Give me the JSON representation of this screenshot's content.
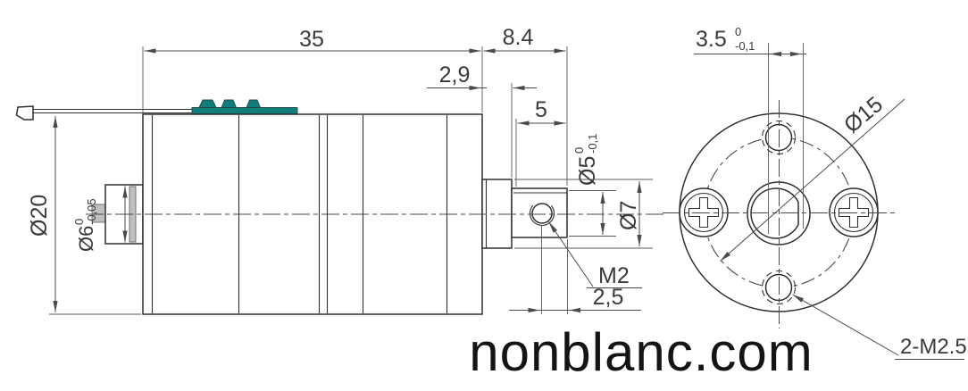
{
  "watermark": {
    "text": "nonblanc.com"
  },
  "colors": {
    "teal": "#0f7e7a",
    "outline": "#2f2f2f",
    "dimension": "#4a4a4a",
    "gray_fill": "#c0c0c0",
    "watermark_text": "#141414"
  },
  "side_view": {
    "dims": {
      "body_length": "35",
      "front_length": "8.4",
      "flange_thickness": "2,9",
      "shaft_length": "5",
      "body_diameter": "Ø20",
      "rear_boss_diameter": {
        "value": "Ø6",
        "tol_upper": "0",
        "tol_lower": "-0,05"
      },
      "shaft_diameter": {
        "value": "Ø5",
        "tol_upper": "0",
        "tol_lower": "-0,1"
      },
      "flange_diameter": "Ø7",
      "shaft_thread": "M2",
      "thread_offset": "2,5"
    }
  },
  "front_view": {
    "dims": {
      "shaft_flat": {
        "value": "3.5",
        "tol_upper": "0",
        "tol_lower": "-0,1"
      },
      "bolt_circle_diameter": "Ø15",
      "mounting_holes": "2-M2.5"
    }
  }
}
